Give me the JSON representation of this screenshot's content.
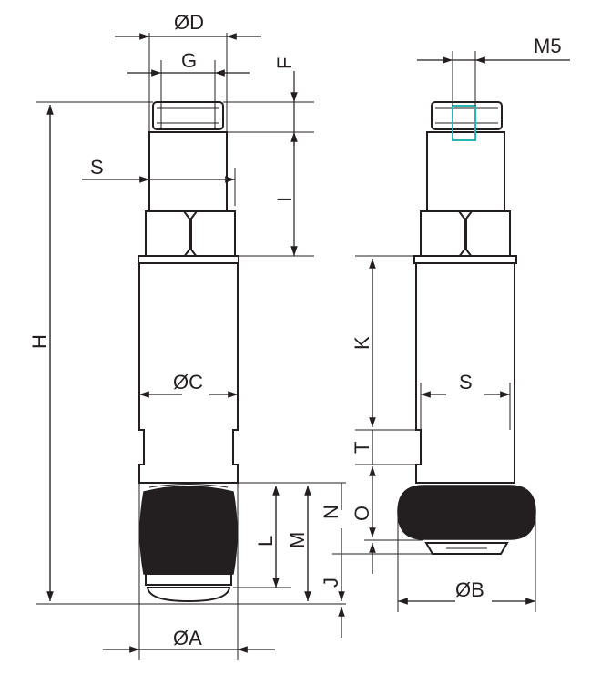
{
  "labels": {
    "D": "ØD",
    "G": "G",
    "F": "F",
    "S_left": "S",
    "I": "I",
    "H": "H",
    "C": "ØC",
    "L": "L",
    "M": "M",
    "N": "N",
    "J": "J",
    "A": "ØA",
    "M5": "M5",
    "K": "K",
    "S_right": "S",
    "T": "T",
    "O": "O",
    "B": "ØB"
  },
  "colors": {
    "line": "#231f20",
    "port_highlight": "#2bb5b0"
  }
}
